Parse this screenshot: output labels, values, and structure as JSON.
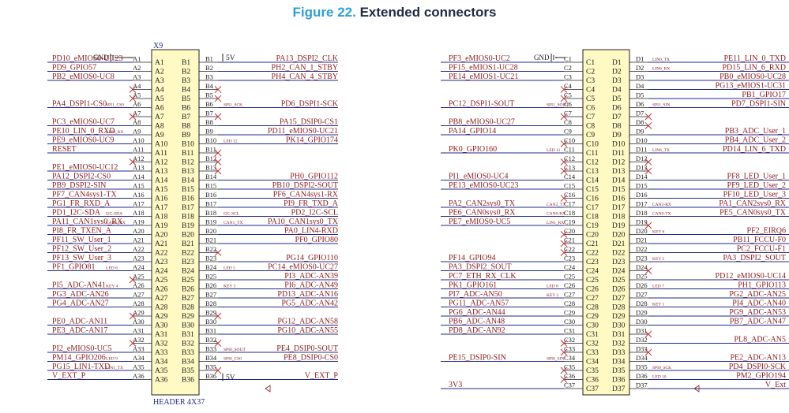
{
  "figure": {
    "prefix": "Figure 22.",
    "title": "Extended connectors"
  },
  "connectors": [
    {
      "designator": "X9",
      "header_label": "HEADER 4X37",
      "col_a": "A",
      "col_b": "B",
      "rows": [
        {
          "l": "PD10_eMIOS0-UC23",
          "lt": "",
          "r": "PA13_DSPI2_CLK",
          "rt": ""
        },
        {
          "l": "PD9_GPIO57",
          "lt": "",
          "r": "PH2_CAN_1_STBY",
          "rt": ""
        },
        {
          "l": "PB2_eMIOS0-UC8",
          "lt": "",
          "r": "PH4_CAN_4_STBY",
          "rt": ""
        },
        {
          "l": "",
          "lt": "",
          "r": "",
          "rt": ""
        },
        {
          "l": "",
          "lt": "",
          "r": "",
          "rt": ""
        },
        {
          "l": "PA4_DSPI1-CS0",
          "lt": "SPI1_CS0",
          "r": "PD6_DSPI1-SCK",
          "rt": "SPI1_SCK"
        },
        {
          "l": "",
          "lt": "",
          "r": "",
          "rt": ""
        },
        {
          "l": "PC3_eMIOS0-UC7",
          "lt": "",
          "r": "PA15_DSIP0-CS1",
          "rt": ""
        },
        {
          "l": "PE10_LIN_0_RXD",
          "lt": "LIN0_RX",
          "r": "PD11_eMIOS0-UC21",
          "rt": ""
        },
        {
          "l": "PE9_eMIOS0-UC9",
          "lt": "",
          "r": "PK14_GPIO174",
          "rt": "LED 12"
        },
        {
          "l": "RESET",
          "lt": "",
          "r": "",
          "rt": ""
        },
        {
          "l": "",
          "lt": "",
          "r": "",
          "rt": ""
        },
        {
          "l": "PE1_eMIOS0-UC12",
          "lt": "",
          "r": "",
          "rt": ""
        },
        {
          "l": "PA12_DSPI2-CS0",
          "lt": "",
          "r": "PH0_GPIO112",
          "rt": ""
        },
        {
          "l": "PB9_DSPI2-SIN",
          "lt": "",
          "r": "PB10_DSPI2-SOUT",
          "rt": ""
        },
        {
          "l": "PF7_CAN4sys1-TX",
          "lt": "",
          "r": "PF6_CAN4sys1-RX",
          "rt": ""
        },
        {
          "l": "PG1_FR_RXD_A",
          "lt": "",
          "r": "PI9_FR_TXD_A",
          "rt": ""
        },
        {
          "l": "PD1_I2C-SDA",
          "lt": "I2C-SDA",
          "r": "PD2_I2C-SCL",
          "rt": "I2C-SCL"
        },
        {
          "l": "PA11_CAN1sys0_RX",
          "lt": "CAN1_RX",
          "r": "PA10_CAN1sys0_TX",
          "rt": "CAN1_TX"
        },
        {
          "l": "PI8_FR_TXEN_A",
          "lt": "",
          "r": "PA0_LIN4-RXD",
          "rt": ""
        },
        {
          "l": "PF11_SW_User_1",
          "lt": "",
          "r": "PF0_GPIO80",
          "rt": ""
        },
        {
          "l": "PF12_SW_User_2",
          "lt": "",
          "r": "",
          "rt": ""
        },
        {
          "l": "PF13_SW_User_3",
          "lt": "",
          "r": "PG14_GPIO110",
          "rt": ""
        },
        {
          "l": "PF1_GPIO81",
          "lt": "LED 6",
          "r": "PC14_eMIOS0-UC27",
          "rt": "LED 5"
        },
        {
          "l": "",
          "lt": "",
          "r": "PI3_ADC-AN39",
          "rt": ""
        },
        {
          "l": "PI5_ADC-AN41",
          "lt": "KEY 4",
          "r": "PI6_ADC-AN49",
          "rt": "KEY 3"
        },
        {
          "l": "PG3_ADC-AN26",
          "lt": "",
          "r": "PD13_ADC-AN16",
          "rt": ""
        },
        {
          "l": "PG4_ADC-AN27",
          "lt": "",
          "r": "PG5_ADC-AN42",
          "rt": ""
        },
        {
          "l": "",
          "lt": "",
          "r": "",
          "rt": ""
        },
        {
          "l": "PE0_ADC-AN11",
          "lt": "",
          "r": "PG12_ADC-AN58",
          "rt": ""
        },
        {
          "l": "PE3_ADC-AN17",
          "lt": "",
          "r": "PG10_ADC-AN55",
          "rt": ""
        },
        {
          "l": "",
          "lt": "",
          "r": "",
          "rt": ""
        },
        {
          "l": "PI2_eMIOS0-UC5",
          "lt": "",
          "r": "PE4_DSIP0-SOUT",
          "rt": "SPI0_SOUT"
        },
        {
          "l": "PM14_GPIO206",
          "lt": "LED 9",
          "r": "PE8_DSIP0-CS0",
          "rt": "SPI0_CS0"
        },
        {
          "l": "PG15_LIN1-TXD",
          "lt": "LIN1_TX",
          "r": "",
          "rt": ""
        },
        {
          "l": "V_EXT_P",
          "lt": "",
          "r": "V_EXT_P",
          "rt": ""
        }
      ],
      "gnd_label": "GND",
      "supply_top": "5V",
      "supply_bottom": "5V"
    },
    {
      "designator": "",
      "header_label": "",
      "col_a": "C",
      "col_b": "D",
      "rows": [
        {
          "l": "PF3_eMIOS0-UC2",
          "lt": "",
          "r": "PE11_LIN_0_TXD",
          "rt": "LIN0_TX"
        },
        {
          "l": "PF15_eMIOS1-UC28",
          "lt": "",
          "r": "PD15_LIN_6_RXD",
          "rt": "LIN6_RX"
        },
        {
          "l": "PE14_eMIOS1-UC21",
          "lt": "",
          "r": "PB0_eMIOS0-UC28",
          "rt": ""
        },
        {
          "l": "",
          "lt": "",
          "r": "PG13_eMIOS1-UC31",
          "rt": ""
        },
        {
          "l": "",
          "lt": "",
          "r": "PB1_GPIO17",
          "rt": ""
        },
        {
          "l": "PC12_DSPI1-SOUT",
          "lt": "SPI1_SOUT",
          "r": "PD7_DSPI1-SIN",
          "rt": "SPI1_SIN"
        },
        {
          "l": "",
          "lt": "",
          "r": "",
          "rt": ""
        },
        {
          "l": "PB8_eMIOS0-UC27",
          "lt": "",
          "r": "",
          "rt": ""
        },
        {
          "l": "PA14_GPIO14",
          "lt": "",
          "r": "PB3_ADC_User_1",
          "rt": ""
        },
        {
          "l": "",
          "lt": "",
          "r": "PB4_ADC_User_2",
          "rt": ""
        },
        {
          "l": "PK0_GPIO160",
          "lt": "LED 11",
          "r": "PD14_LIN_6_TXD",
          "rt": "LIN6_TX"
        },
        {
          "l": "",
          "lt": "",
          "r": "",
          "rt": ""
        },
        {
          "l": "",
          "lt": "",
          "r": "",
          "rt": ""
        },
        {
          "l": "PI1_eMIOS0-UC4",
          "lt": "",
          "r": "PF8_LED_User_1",
          "rt": ""
        },
        {
          "l": "PE13_eMIOS0-UC23",
          "lt": "",
          "r": "PF9_LED_User_2",
          "rt": ""
        },
        {
          "l": "",
          "lt": "",
          "r": "PF10_LED_User_3",
          "rt": ""
        },
        {
          "l": "PA2_CAN2sys0_TX",
          "lt": "CAN2_TX",
          "r": "PA1_CAN2sys0_RX",
          "rt": "CAN2-RX"
        },
        {
          "l": "PE6_CAN0sys0_RX",
          "lt": "CAN0-RX",
          "r": "PE5_CAN0sys0_TX",
          "rt": "CAN0-TX"
        },
        {
          "l": "PE7_eMIOS0-UC5",
          "lt": "LIN1_RX",
          "r": "",
          "rt": ""
        },
        {
          "l": "",
          "lt": "",
          "r": "PF2_EIRQ6",
          "rt": "KEY 6"
        },
        {
          "l": "",
          "lt": "",
          "r": "PB11_FCCU-F0",
          "rt": ""
        },
        {
          "l": "",
          "lt": "",
          "r": "PC2_FCCU-F1",
          "rt": ""
        },
        {
          "l": "PF14_GPIO94",
          "lt": "",
          "r": "PA3_DSPI2_SOUT",
          "rt": "KEY 5"
        },
        {
          "l": "PA3_DSPI2_SOUT",
          "lt": "",
          "r": "",
          "rt": ""
        },
        {
          "l": "PC7_ETH_RX_CLK",
          "lt": "",
          "r": "PD12_eMIOS0-UC14",
          "rt": ""
        },
        {
          "l": "PK1_GPIO161",
          "lt": "LED 8",
          "r": "PH1_GPIO113",
          "rt": "LED 7"
        },
        {
          "l": "PI7_ADC-AN50",
          "lt": "KEY 2",
          "r": "PG2_ADC-AN25",
          "rt": ""
        },
        {
          "l": "PG11_ADC-AN57",
          "lt": "",
          "r": "PI4_ADC-AN40",
          "rt": "KEY 1"
        },
        {
          "l": "PG6_ADC-AN44",
          "lt": "",
          "r": "PG9_ADC-AN53",
          "rt": ""
        },
        {
          "l": "PB6_ADC-AN48",
          "lt": "",
          "r": "PB7_ADC-AN47",
          "rt": ""
        },
        {
          "l": "PD8_ADC-AN92",
          "lt": "",
          "r": "",
          "rt": ""
        },
        {
          "l": "",
          "lt": "",
          "r": "PL8_ADC-AN5",
          "rt": ""
        },
        {
          "l": "",
          "lt": "",
          "r": "",
          "rt": ""
        },
        {
          "l": "PE15_DSIP0-SIN",
          "lt": "SPI0_SIN",
          "r": "PE2_ADC-AN13",
          "rt": ""
        },
        {
          "l": "",
          "lt": "",
          "r": "PD4_DSPI0-SCK",
          "rt": "SPI0_SCK"
        },
        {
          "l": "",
          "lt": "",
          "r": "PM2_GPIO194",
          "rt": "LED 10"
        },
        {
          "l": "3V3",
          "lt": "",
          "r": "V_Ext",
          "rt": ""
        }
      ],
      "gnd_label": "GND",
      "supply_top": "",
      "supply_bottom": ""
    }
  ]
}
